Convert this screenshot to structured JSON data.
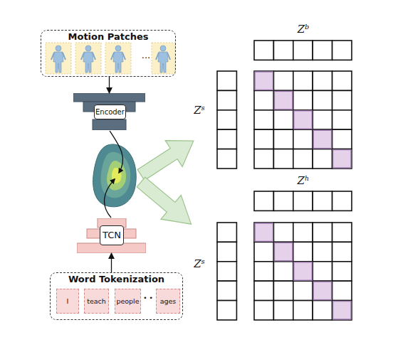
{
  "diagram": {
    "nodes": [
      {
        "text": [
          "Motion Patches"
        ]
      },
      {
        "text": [
          "Encoder"
        ]
      },
      {
        "text": [
          "TCN"
        ]
      },
      {
        "text": [
          "Word Tokenization"
        ]
      },
      {
        "text": [
          "I"
        ],
        "in": 3
      },
      {
        "text": [
          "teach"
        ],
        "in": 3
      },
      {
        "text": [
          "people"
        ],
        "in": 3
      },
      {
        "text": [
          "ages"
        ],
        "in": 3
      }
    ],
    "edges": [
      {
        "from": 0,
        "to": 1,
        "arrow": "to"
      },
      {
        "from": 3,
        "to": 2,
        "arrow": "to"
      }
    ],
    "labels": [
      "...",
      "• •",
      "Zᵇ",
      "Zˢ",
      "Zʰ",
      "Zˢ"
    ]
  }
}
